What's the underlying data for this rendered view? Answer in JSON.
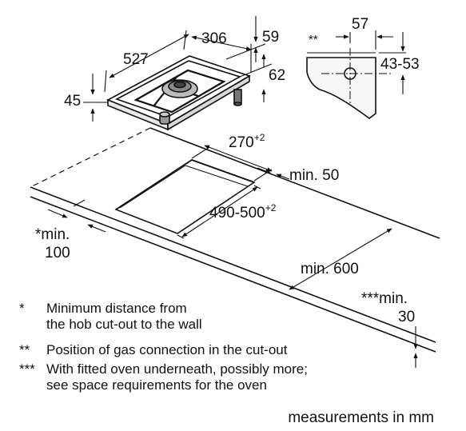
{
  "dimensions": {
    "hob_depth": "527",
    "hob_width": "306",
    "hob_height_top": "59",
    "hob_height_total": "62",
    "hob_thickness": "45",
    "gas_marker": "**",
    "gas_offset": "57",
    "gas_height": "43-53",
    "cutout_width": "270",
    "cutout_width_tol": "+2",
    "cutout_length": "490-500",
    "cutout_length_tol": "+2",
    "min_back": "min. 50",
    "min_wall_line1": "*min.",
    "min_wall_line2": "100",
    "min_front": "min. 600",
    "min_oven_line1": "***min.",
    "min_oven_line2": "30"
  },
  "notes": [
    {
      "marker": "*",
      "lines": [
        "Minimum distance from",
        "the hob cut-out to the wall"
      ]
    },
    {
      "marker": "**",
      "lines": [
        "Position of gas connection in the cut-out"
      ]
    },
    {
      "marker": "***",
      "lines": [
        "With fitted oven underneath, possibly more;",
        "see space requirements for the oven"
      ]
    }
  ],
  "unit_caption": "measurements in mm"
}
